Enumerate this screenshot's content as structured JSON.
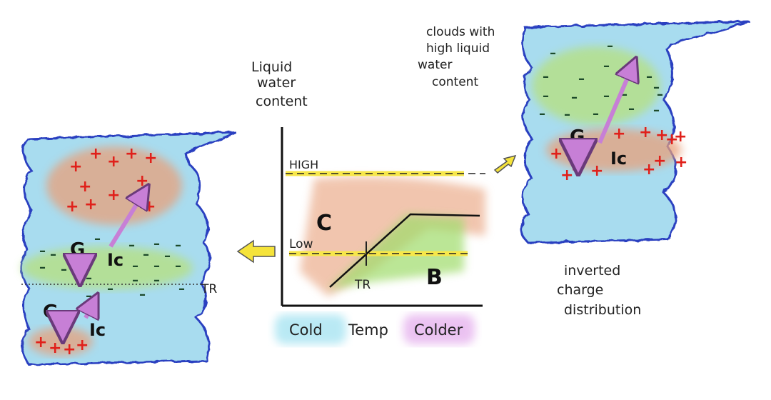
{
  "graph": {
    "y_axis_label": [
      "Liquid",
      "water",
      "content"
    ],
    "high_label": "HIGH",
    "low_label": "Low",
    "region_c": "C",
    "region_b": "B",
    "tr_label": "TR",
    "x_cold": "Cold",
    "x_temp": "Temp",
    "x_colder": "Colder"
  },
  "left_cloud": {
    "graupel": "G",
    "ice_crystal": "Ic",
    "tr_label": "TR",
    "graupel_lower": "G",
    "ice_crystal_lower": "Ic"
  },
  "right_cloud": {
    "caption": [
      "clouds with",
      "high liquid",
      "water",
      "content"
    ],
    "graupel": "G",
    "ice_crystal": "Ic",
    "note": [
      "inverted",
      "charge",
      "distribution"
    ]
  },
  "symbols": {
    "positive": "+",
    "negative": "–"
  },
  "colors": {
    "cloud_blue": "#a8dcef",
    "cloud_outline": "#2a3fc0",
    "positive_region": "#e8a07a",
    "negative_region": "#b5e08a",
    "arrow_purple": "#c77fd6",
    "arrow_yellow": "#f5e33a",
    "dashed_line_highlight": "#f7e74a"
  }
}
